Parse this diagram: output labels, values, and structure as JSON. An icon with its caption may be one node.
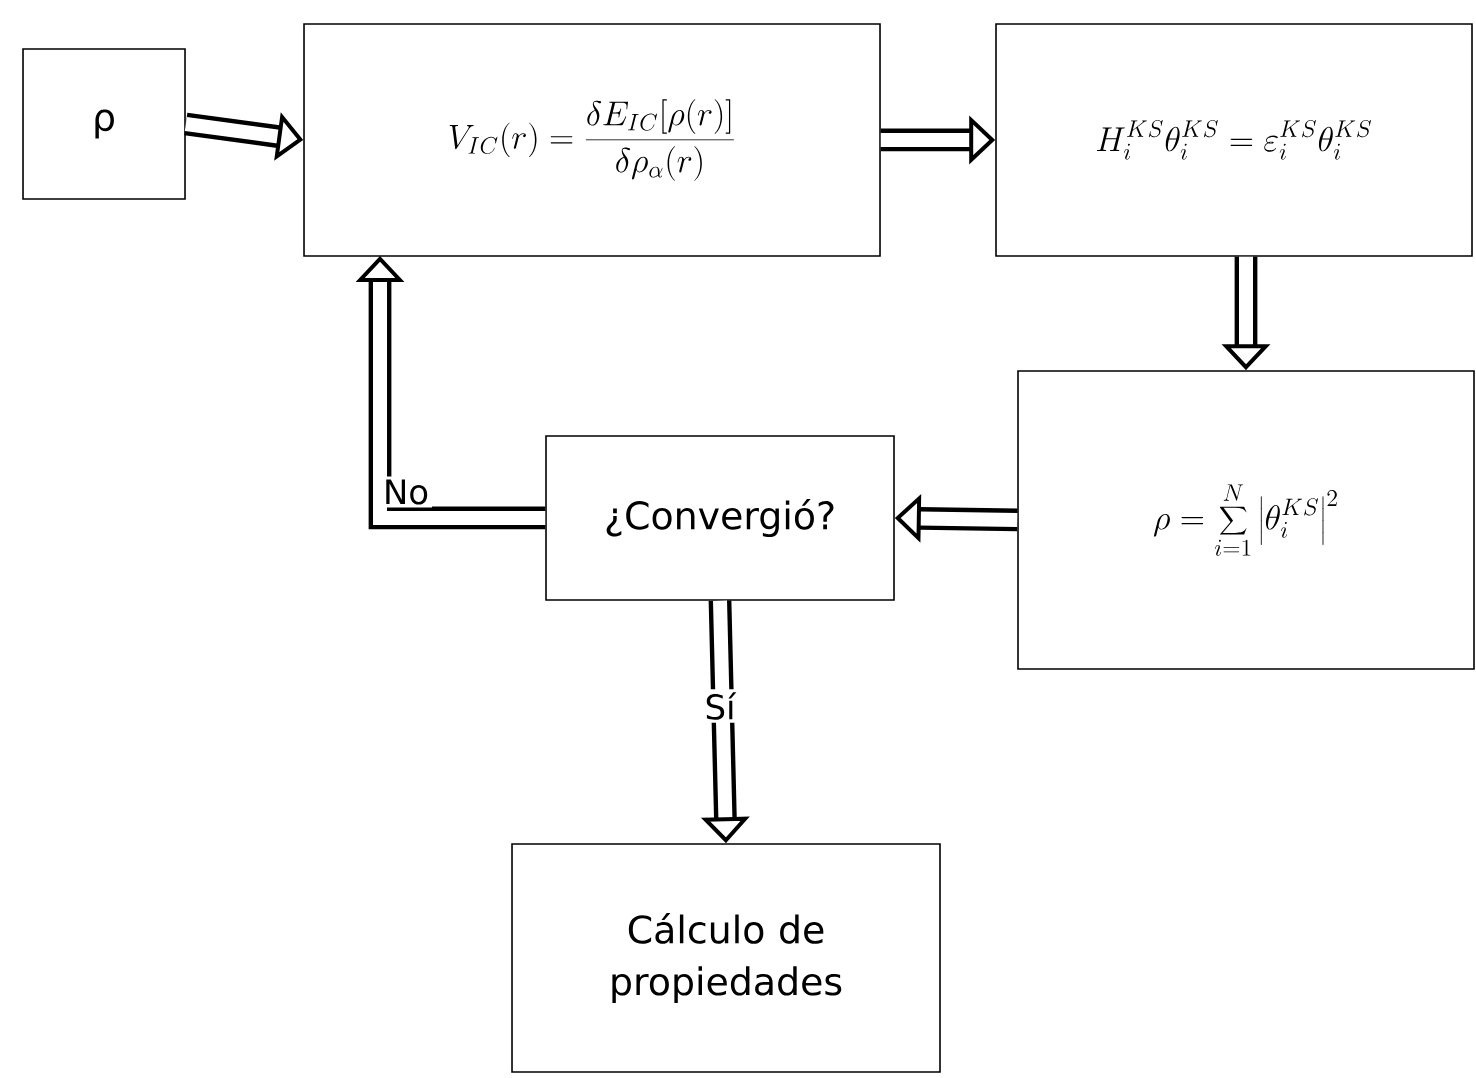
{
  "diagram": {
    "nodes": [
      {
        "text": [
          "ρ"
        ]
      },
      {
        "text": [
          "V_{IC}(r) = \\frac{\\delta E_{IC}[\\rho(r)]}{\\delta\\rho_{\\alpha}(r)}"
        ]
      },
      {
        "text": [
          "H_i^{KS}\\theta_i^{KS} = \\varepsilon_i^{KS}\\theta_i^{KS}"
        ]
      },
      {
        "text": [
          "\\rho = \\sum_{i=1}^{N}\\left|\\theta_i^{KS}\\right|^2"
        ]
      },
      {
        "text": [
          "¿Convergió?"
        ]
      },
      {
        "text": [
          "Cálculo de propiedades"
        ]
      }
    ],
    "edges": [
      {
        "from": 0,
        "to": 1,
        "arrow": "to"
      },
      {
        "from": 1,
        "to": 2,
        "arrow": "to"
      },
      {
        "from": 2,
        "to": 3,
        "arrow": "to"
      },
      {
        "from": 3,
        "to": 4,
        "arrow": "to"
      },
      {
        "from": 4,
        "to": 1,
        "arrow": "to",
        "label": "No"
      },
      {
        "from": 4,
        "to": 5,
        "arrow": "to",
        "label": "Sí"
      }
    ]
  }
}
